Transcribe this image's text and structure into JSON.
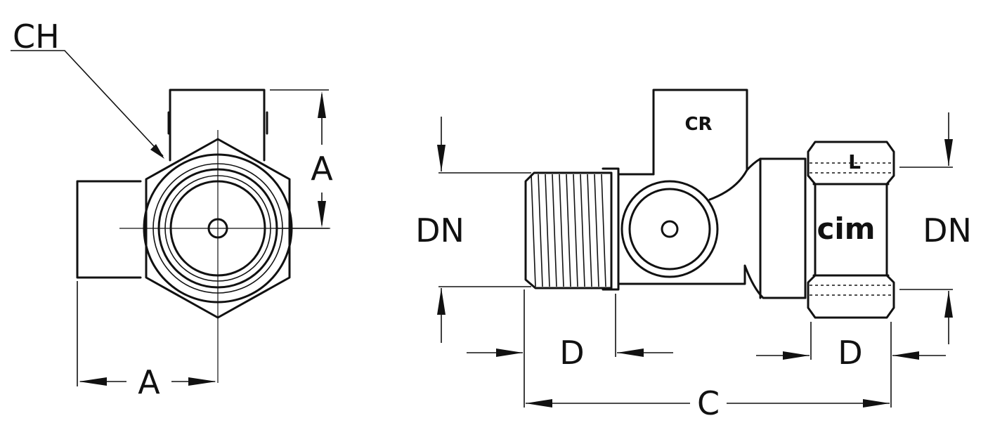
{
  "labels": {
    "ch": "CH",
    "a_vertical": "A",
    "a_horizontal": "A",
    "dn_left": "DN",
    "dn_right": "DN",
    "d_left": "D",
    "d_right": "D",
    "c": "C"
  },
  "marks": {
    "body_logo": "CR",
    "nut_letter": "L",
    "nut_logo": "cim"
  }
}
